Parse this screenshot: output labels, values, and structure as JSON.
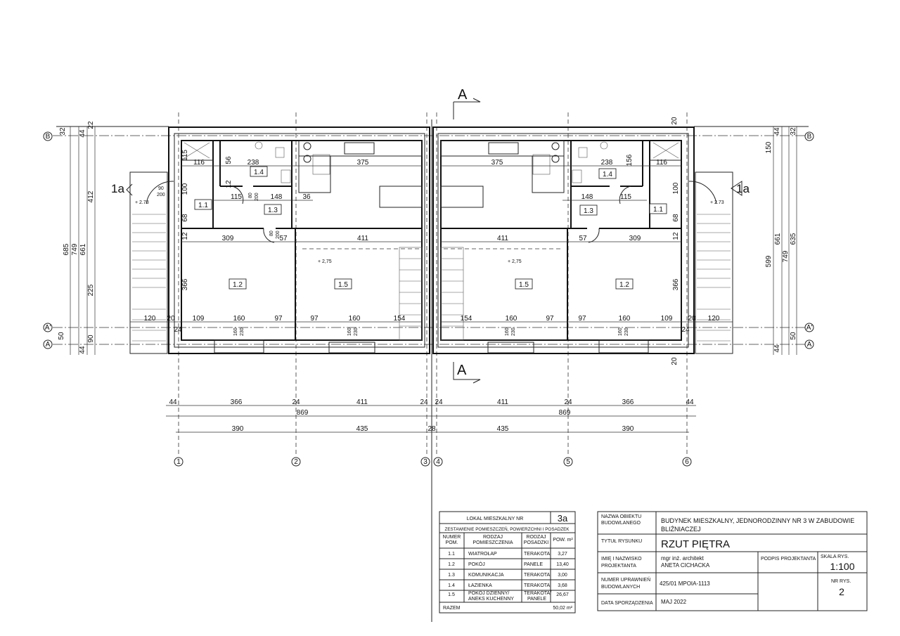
{
  "plan": {
    "section_label": "A",
    "rooms_left": [
      "1.1",
      "1.4",
      "1.3",
      "1.2",
      "1.5"
    ],
    "rooms_right": [
      "1.1",
      "1.4",
      "1.3",
      "1.2",
      "1.5"
    ],
    "entrance": "1a",
    "levels": [
      "+ 2.73",
      "+ 2,75",
      "+ 2.73",
      "+ 2,75"
    ],
    "axes_h": [
      "B",
      "A'",
      "A",
      "B",
      "A'",
      "A"
    ],
    "axes_v": [
      "1",
      "2",
      "3",
      "4",
      "5",
      "6"
    ],
    "dims_left_inner": [
      "116",
      "238",
      "375",
      "148",
      "36",
      "115",
      "309",
      "57",
      "411",
      "120",
      "20",
      "24",
      "109",
      "160",
      "97",
      "97",
      "160",
      "154",
      "115",
      "100",
      "68",
      "12",
      "366",
      "56",
      "12"
    ],
    "dims_right_inner": [
      "116",
      "238",
      "375",
      "148",
      "115",
      "309",
      "57",
      "411",
      "120",
      "20",
      "24",
      "109",
      "160",
      "97",
      "97",
      "160",
      "154",
      "366",
      "68",
      "100",
      "12",
      "156",
      "20",
      "20"
    ],
    "dims_left_outer": [
      "32",
      "44",
      "22",
      "412",
      "225",
      "685",
      "749",
      "661",
      "90",
      "50",
      "44"
    ],
    "dims_right_outer": [
      "150",
      "599",
      "661",
      "749",
      "635",
      "44",
      "32",
      "44",
      "50"
    ],
    "dims_bottom_row1": [
      "44",
      "366",
      "24",
      "411",
      "24",
      "24",
      "411",
      "24",
      "366",
      "44"
    ],
    "dims_bottom_row2": [
      "869",
      "869"
    ],
    "dims_bottom_row3": [
      "390",
      "435",
      "28",
      "435",
      "390"
    ],
    "door_labels": [
      "90",
      "200",
      "80",
      "200",
      "80",
      "200",
      "160",
      "230",
      "160",
      "230",
      "160",
      "230",
      "160",
      "230"
    ]
  },
  "room_table": {
    "title": "LOKAL MIESZKALNY NR",
    "unit": "3a",
    "subtitle": "ZESTAWIENIE POMIESZCZEŃ, POWIERZCHNI I POSADZEK",
    "headers": [
      "NUMER POM.",
      "RODZAJ POMIESZCZENIA",
      "RODZAJ POSADZKI",
      "POW. m²"
    ],
    "rows": [
      {
        "num": "1.1",
        "name": "WIATROŁAP",
        "floor": "TERAKOTA",
        "area": "3,27"
      },
      {
        "num": "1.2",
        "name": "POKÓJ",
        "floor": "PANELE",
        "area": "13,40"
      },
      {
        "num": "1.3",
        "name": "KOMUNIKACJA",
        "floor": "TERAKOTA",
        "area": "3,00"
      },
      {
        "num": "1.4",
        "name": "ŁAZIENKA",
        "floor": "TERAKOTA",
        "area": "3,68"
      },
      {
        "num": "1.5",
        "name": "POKÓJ DZIENNY/",
        "name2": "ANEKS KUCHENNY",
        "floor": "TERAKOTA/",
        "floor2": "PANELE",
        "area": "26,67"
      }
    ],
    "total_label": "RAZEM",
    "total_value": "50,02 m²"
  },
  "title_block": {
    "object_label_1": "NAZWA OBIEKTU",
    "object_label_2": "BUDOWLANEGO",
    "object_value_1": "BUDYNEK MIESZKALNY, JEDNORODZINNY NR 3  W ZABUDOWIE",
    "object_value_2": "BLIŹNIACZEJ",
    "title_label": "TYTUŁ RYSUNKU",
    "title_value": "RZUT PIĘTRA",
    "designer_label_1": "IMIĘ I NAZWISKO",
    "designer_label_2": "PROJEKTANTA",
    "designer_value_1": "mgr inż. architekt",
    "designer_value_2": "ANETA CICHACKA",
    "signature_label": "PODPIS PROJEKTANTA",
    "scale_label": "SKALA RYS.",
    "scale_value": "1:100",
    "license_label_1": "NUMER UPRAWNIEŃ",
    "license_label_2": "BUDOWLANYCH",
    "license_value": "425/01  MPOIA-1113",
    "drawing_no_label": "NR RYS.",
    "drawing_no_value": "2",
    "date_label": "DATA SPORZĄDZENIA",
    "date_value": "MAJ 2022"
  }
}
